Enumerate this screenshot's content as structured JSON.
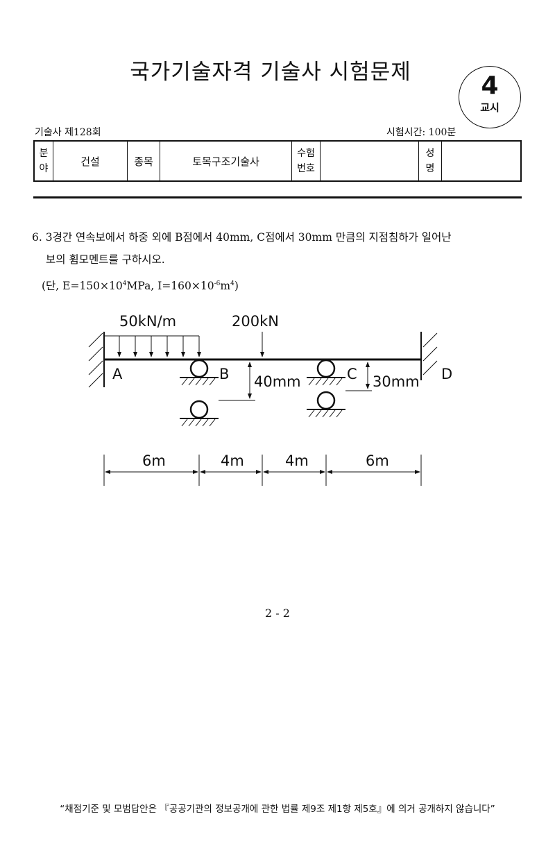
{
  "header": {
    "title": "국가기술자격 기술사 시험문제",
    "period_number": "4",
    "period_label": "교시",
    "exam_round": "기술사   제128회",
    "exam_time": "시험시간: 100분"
  },
  "info_table": {
    "field_label_1": "분",
    "field_label_2": "야",
    "field_value": "건설",
    "category_label": "종목",
    "category_value": "토목구조기술사",
    "exam_no_label_1": "수험",
    "exam_no_label_2": "번호",
    "exam_no_value": "",
    "name_label_1": "성",
    "name_label_2": "명",
    "name_value": ""
  },
  "question": {
    "line1": "6. 3경간 연속보에서 하중 외에 B점에서 40mm, C점에서 30mm 만큼의 지점침하가 일어난",
    "line2": "보의 휨모멘트를 구하시오.",
    "cond_prefix": "(단, E=150×10",
    "cond_exp1": "4",
    "cond_mid": "MPa, I=160×10",
    "cond_exp2": "-6",
    "cond_m": "m",
    "cond_exp3": "4",
    "cond_suffix": ")"
  },
  "diagram": {
    "distributed_load": "50kN/m",
    "point_load": "200kN",
    "labels": {
      "A": "A",
      "B": "B",
      "C": "C",
      "D": "D"
    },
    "settlement_B": "40mm",
    "settlement_C": "30mm",
    "spans": [
      "6m",
      "4m",
      "4m",
      "6m"
    ]
  },
  "page_number": "2 - 2",
  "footer": "“채점기준 및 모범답안은 『공공기관의 정보공개에 관한 법률 제9조 제1항 제5호』에 의거 공개하지 않습니다”"
}
